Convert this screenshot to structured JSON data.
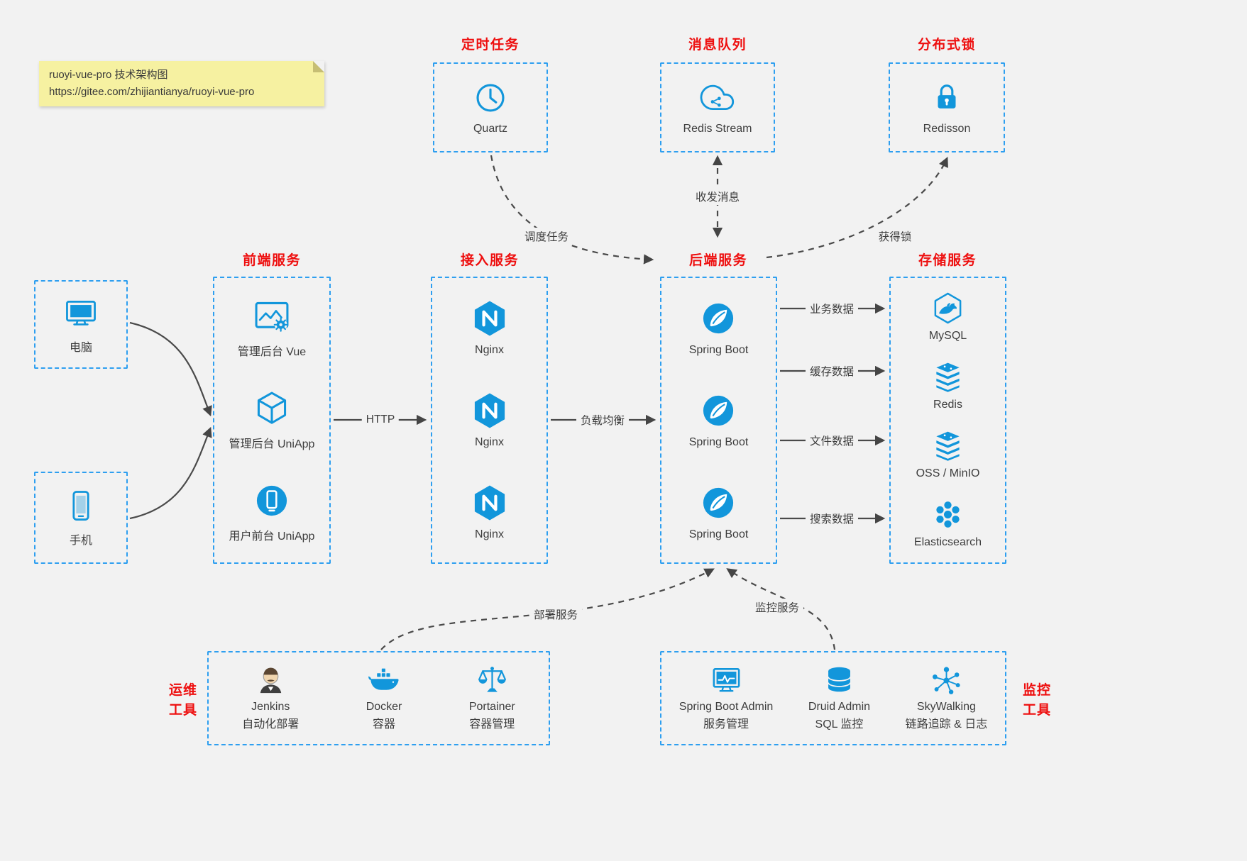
{
  "colors": {
    "background": "#f2f2f2",
    "box_border_blue": "#2e9ff0",
    "icon_blue": "#1296db",
    "title_red": "#ee0f0f",
    "text": "#3d3d3d",
    "note_yellow": "#f6f1a1",
    "arrow_gray": "#4a4a4a"
  },
  "note": {
    "line1": "ruoyi-vue-pro 技术架构图",
    "line2": "https://gitee.com/zhijiantianya/ruoyi-vue-pro"
  },
  "top_services": [
    {
      "title": "定时任务",
      "label": "Quartz",
      "icon": "clock-icon"
    },
    {
      "title": "消息队列",
      "label": "Redis Stream",
      "icon": "cloud-network-icon"
    },
    {
      "title": "分布式锁",
      "label": "Redisson",
      "icon": "lock-icon"
    }
  ],
  "clients": [
    {
      "label": "电脑",
      "icon": "desktop-icon"
    },
    {
      "label": "手机",
      "icon": "smartphone-icon"
    }
  ],
  "columns": {
    "frontend": {
      "title": "前端服务",
      "items": [
        {
          "label": "管理后台 Vue",
          "icon": "admin-vue-icon"
        },
        {
          "label": "管理后台 UniApp",
          "icon": "cube-icon"
        },
        {
          "label": "用户前台 UniApp",
          "icon": "mobile-app-icon"
        }
      ]
    },
    "gateway": {
      "title": "接入服务",
      "items": [
        {
          "label": "Nginx",
          "icon": "nginx-icon"
        },
        {
          "label": "Nginx",
          "icon": "nginx-icon"
        },
        {
          "label": "Nginx",
          "icon": "nginx-icon"
        }
      ]
    },
    "backend": {
      "title": "后端服务",
      "items": [
        {
          "label": "Spring Boot",
          "icon": "spring-icon"
        },
        {
          "label": "Spring Boot",
          "icon": "spring-icon"
        },
        {
          "label": "Spring Boot",
          "icon": "spring-icon"
        }
      ]
    },
    "storage": {
      "title": "存储服务",
      "items": [
        {
          "label": "MySQL",
          "icon": "mysql-icon"
        },
        {
          "label": "Redis",
          "icon": "redis-stack-icon"
        },
        {
          "label": "OSS / MinIO",
          "icon": "storage-stack-icon"
        },
        {
          "label": "Elasticsearch",
          "icon": "elasticsearch-icon"
        }
      ]
    }
  },
  "ops_tools": {
    "side_label_line1": "运维",
    "side_label_line2": "工具",
    "items": [
      {
        "name": "Jenkins",
        "desc": "自动化部署",
        "icon": "jenkins-icon"
      },
      {
        "name": "Docker",
        "desc": "容器",
        "icon": "docker-whale-icon"
      },
      {
        "name": "Portainer",
        "desc": "容器管理",
        "icon": "scales-icon"
      }
    ]
  },
  "monitor_tools": {
    "side_label_line1": "监控",
    "side_label_line2": "工具",
    "items": [
      {
        "name": "Spring Boot Admin",
        "desc": "服务管理",
        "icon": "monitor-chart-icon"
      },
      {
        "name": "Druid Admin",
        "desc": "SQL 监控",
        "icon": "database-icon"
      },
      {
        "name": "SkyWalking",
        "desc": "链路追踪 & 日志",
        "icon": "network-graph-icon"
      }
    ]
  },
  "edges": {
    "http": "HTTP",
    "load_balance": "负载均衡",
    "business_data": "业务数据",
    "cache_data": "缓存数据",
    "file_data": "文件数据",
    "search_data": "搜索数据",
    "schedule": "调度任务",
    "messages": "收发消息",
    "lock": "获得锁",
    "deploy": "部署服务",
    "monitor": "监控服务"
  }
}
